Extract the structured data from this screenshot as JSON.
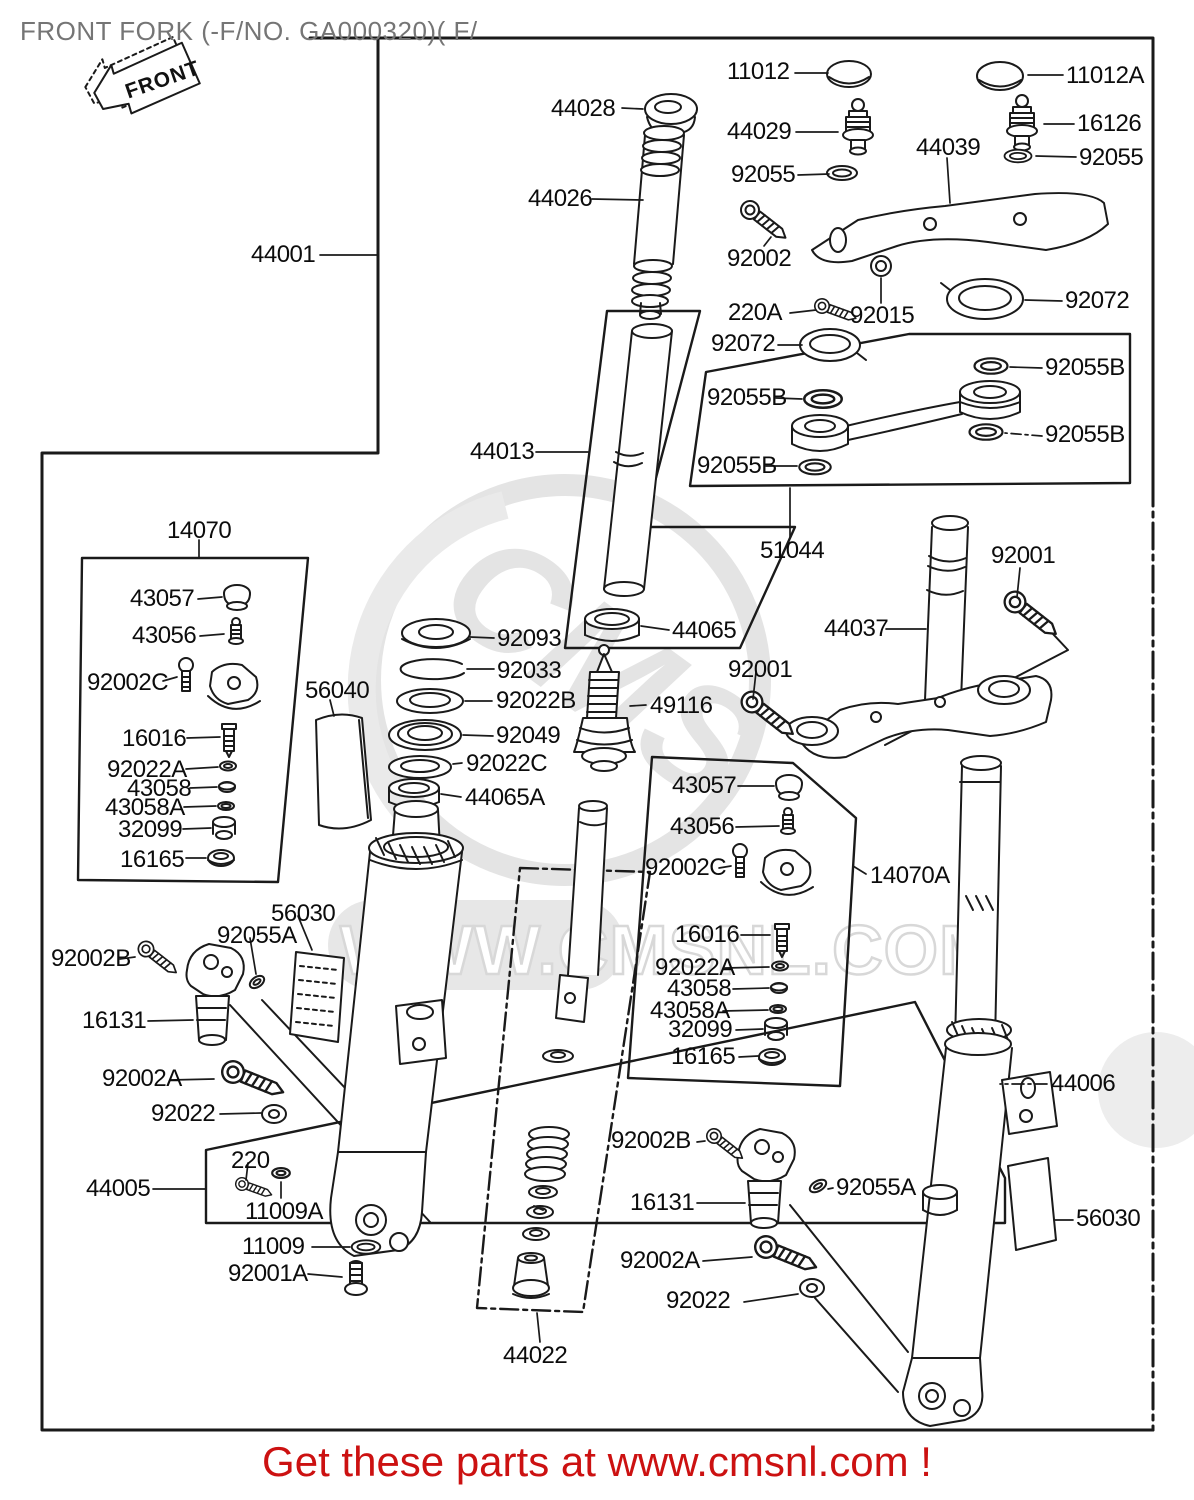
{
  "title": "FRONT FORK (-F/NO. GA000320)( F/",
  "front_badge": "FRONT",
  "watermark": {
    "logo_text": "CMS",
    "url_text": "WWW.CMSNL.COM"
  },
  "footer": {
    "text": "Get these parts at www.cmsnl.com !"
  },
  "colors": {
    "line": "#1a1a1a",
    "title_gray": "#757575",
    "footer_red": "#cc1111",
    "watermark_gray": "#e4e4e4"
  },
  "labels": [
    {
      "part": "11012"
    },
    {
      "part": "11012A"
    },
    {
      "part": "44028"
    },
    {
      "part": "44029"
    },
    {
      "part": "16126"
    },
    {
      "part": "92055"
    },
    {
      "part": "44039"
    },
    {
      "part": "92055"
    },
    {
      "part": "44026"
    },
    {
      "part": "44001"
    },
    {
      "part": "92002"
    },
    {
      "part": "220A"
    },
    {
      "part": "92015"
    },
    {
      "part": "92072"
    },
    {
      "part": "92072"
    },
    {
      "part": "92055B"
    },
    {
      "part": "92055B"
    },
    {
      "part": "92055B"
    },
    {
      "part": "92055B"
    },
    {
      "part": "44013"
    },
    {
      "part": "51044"
    },
    {
      "part": "92001"
    },
    {
      "part": "14070"
    },
    {
      "part": "43057"
    },
    {
      "part": "43056"
    },
    {
      "part": "92002C"
    },
    {
      "part": "56040"
    },
    {
      "part": "16016"
    },
    {
      "part": "92022A"
    },
    {
      "part": "43058"
    },
    {
      "part": "43058A"
    },
    {
      "part": "32099"
    },
    {
      "part": "16165"
    },
    {
      "part": "92093"
    },
    {
      "part": "92033"
    },
    {
      "part": "92022B"
    },
    {
      "part": "92049"
    },
    {
      "part": "92022C"
    },
    {
      "part": "44065A"
    },
    {
      "part": "44065"
    },
    {
      "part": "49116"
    },
    {
      "part": "44037"
    },
    {
      "part": "92001"
    },
    {
      "part": "43057"
    },
    {
      "part": "43056"
    },
    {
      "part": "92002C"
    },
    {
      "part": "14070A"
    },
    {
      "part": "16016"
    },
    {
      "part": "92022A"
    },
    {
      "part": "43058"
    },
    {
      "part": "43058A"
    },
    {
      "part": "32099"
    },
    {
      "part": "16165"
    },
    {
      "part": "56030"
    },
    {
      "part": "92055A"
    },
    {
      "part": "92002B"
    },
    {
      "part": "16131"
    },
    {
      "part": "92002A"
    },
    {
      "part": "92022"
    },
    {
      "part": "220"
    },
    {
      "part": "44005"
    },
    {
      "part": "11009A"
    },
    {
      "part": "11009"
    },
    {
      "part": "92001A"
    },
    {
      "part": "44022"
    },
    {
      "part": "92002B"
    },
    {
      "part": "16131"
    },
    {
      "part": "92055A"
    },
    {
      "part": "92002A"
    },
    {
      "part": "92022"
    },
    {
      "part": "44006"
    },
    {
      "part": "56030"
    }
  ]
}
